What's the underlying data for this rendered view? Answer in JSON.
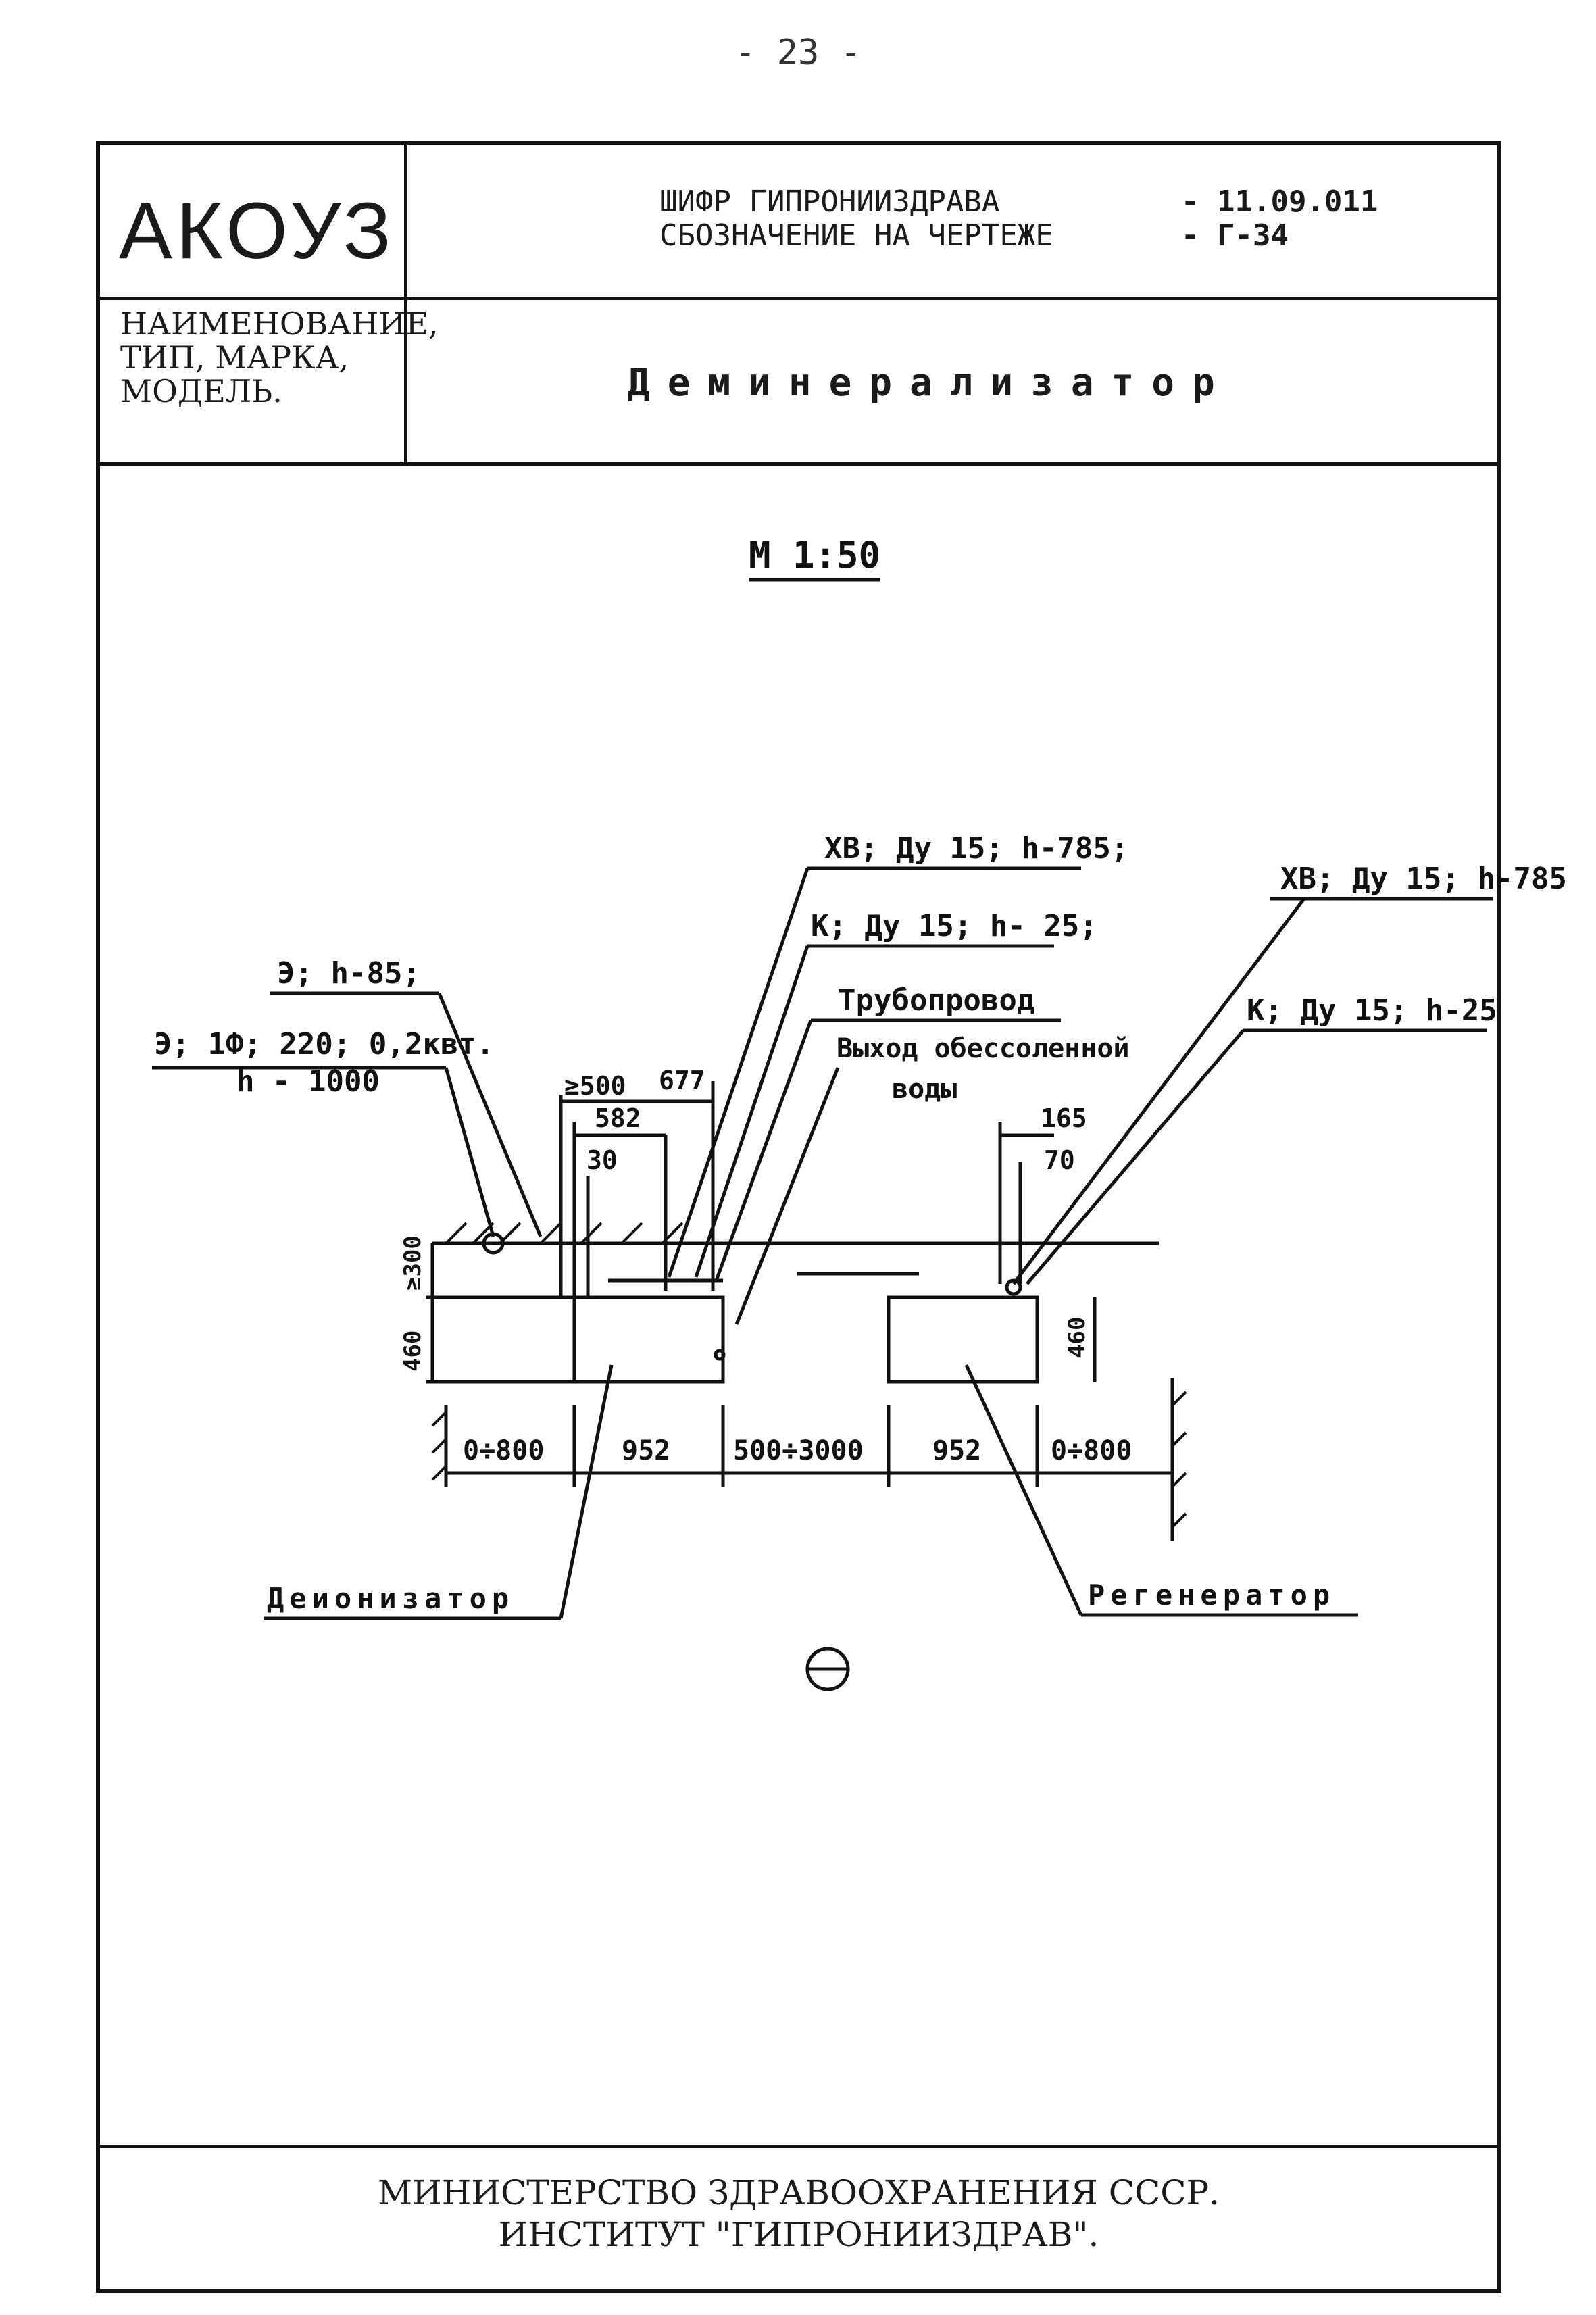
{
  "page_number": "- 23 -",
  "header": {
    "code": "АКОУЗ",
    "cipher_label_1": "ШИФР ГИПРОНИИЗДРАВА",
    "cipher_label_2": "СБОЗНАЧЕНИЕ НА ЧЕРТЕЖЕ",
    "cipher_value_1": "- 11.09.011",
    "cipher_value_2": "- Г-34",
    "name_label_1": "НАИМЕНОВАНИЕ,",
    "name_label_2": "ТИП, МАРКА,",
    "name_label_3": "МОДЕЛЬ.",
    "name_value": "Деминерализатор"
  },
  "drawing": {
    "scale": "М 1:50",
    "callouts": {
      "xv_left": "ХВ; Ду 15; h-785;",
      "k_left": "К; Ду 15; h- 25;",
      "pipe": "Трубопровод",
      "outlet_1": "Выход обессоленной",
      "outlet_2": "воды",
      "e_h": "Э; h-85;",
      "e_power": "Э; 1Ф; 220; 0,2квт.",
      "e_height": "h - 1000",
      "xv_right": "ХВ; Ду 15; h-785",
      "k_right": "К; Ду 15; h-25"
    },
    "dims": {
      "d500": "≥500",
      "d677": "677",
      "d582": "582",
      "d30": "30",
      "d165": "165",
      "d70": "70",
      "d300": "≥300",
      "d460_left": "460",
      "d460_right": "460",
      "d0_800_left": "0÷800",
      "d952_left": "952",
      "d500_3000": "500÷3000",
      "d952_right": "952",
      "d0_800_right": "0÷800"
    },
    "labels": {
      "deionizer": "Деионизатор",
      "regenerator": "Регенератор"
    }
  },
  "footer": {
    "line_1": "МИНИСТЕРСТВО ЗДРАВООХРАНЕНИЯ СССР.",
    "line_2": "ИНСТИТУТ \"ГИПРОНИИЗДРАВ\"."
  }
}
